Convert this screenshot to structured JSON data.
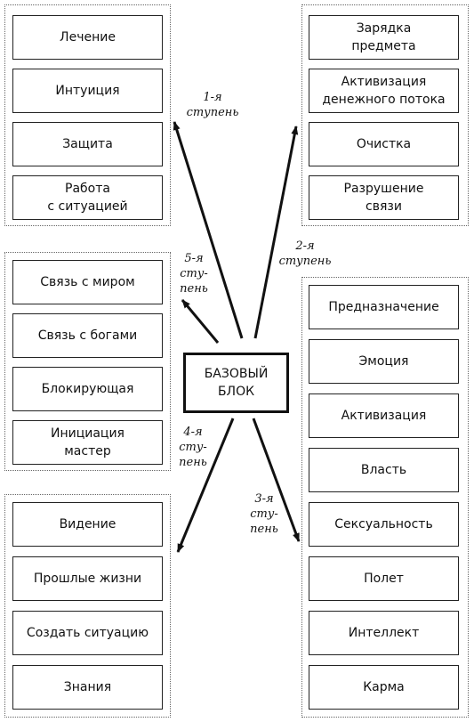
{
  "center": {
    "label": "БАЗОВЫЙ\nБЛОК"
  },
  "steps": {
    "s1": "1-я\nступень",
    "s2": "2-я\nступень",
    "s3": "3-я\nсту-\nпень",
    "s4": "4-я\nсту-\nпень",
    "s5": "5-я\nсту-\nпень"
  },
  "groups": {
    "top_left": [
      "Лечение",
      "Интуиция",
      "Защита",
      "Работа\nс ситуацией"
    ],
    "top_right": [
      "Зарядка\nпредмета",
      "Активизация\nденежного потока",
      "Очистка",
      "Разрушение\nсвязи"
    ],
    "mid_left": [
      "Связь с миром",
      "Связь с богами",
      "Блокирующая",
      "Инициация\nмастер"
    ],
    "bottom_left": [
      "Видение",
      "Прошлые жизни",
      "Создать ситуацию",
      "Знания"
    ],
    "right": [
      "Предназначение",
      "Эмоция",
      "Активизация",
      "Власть",
      "Сексуальность",
      "Полет",
      "Интеллект",
      "Карма"
    ]
  }
}
